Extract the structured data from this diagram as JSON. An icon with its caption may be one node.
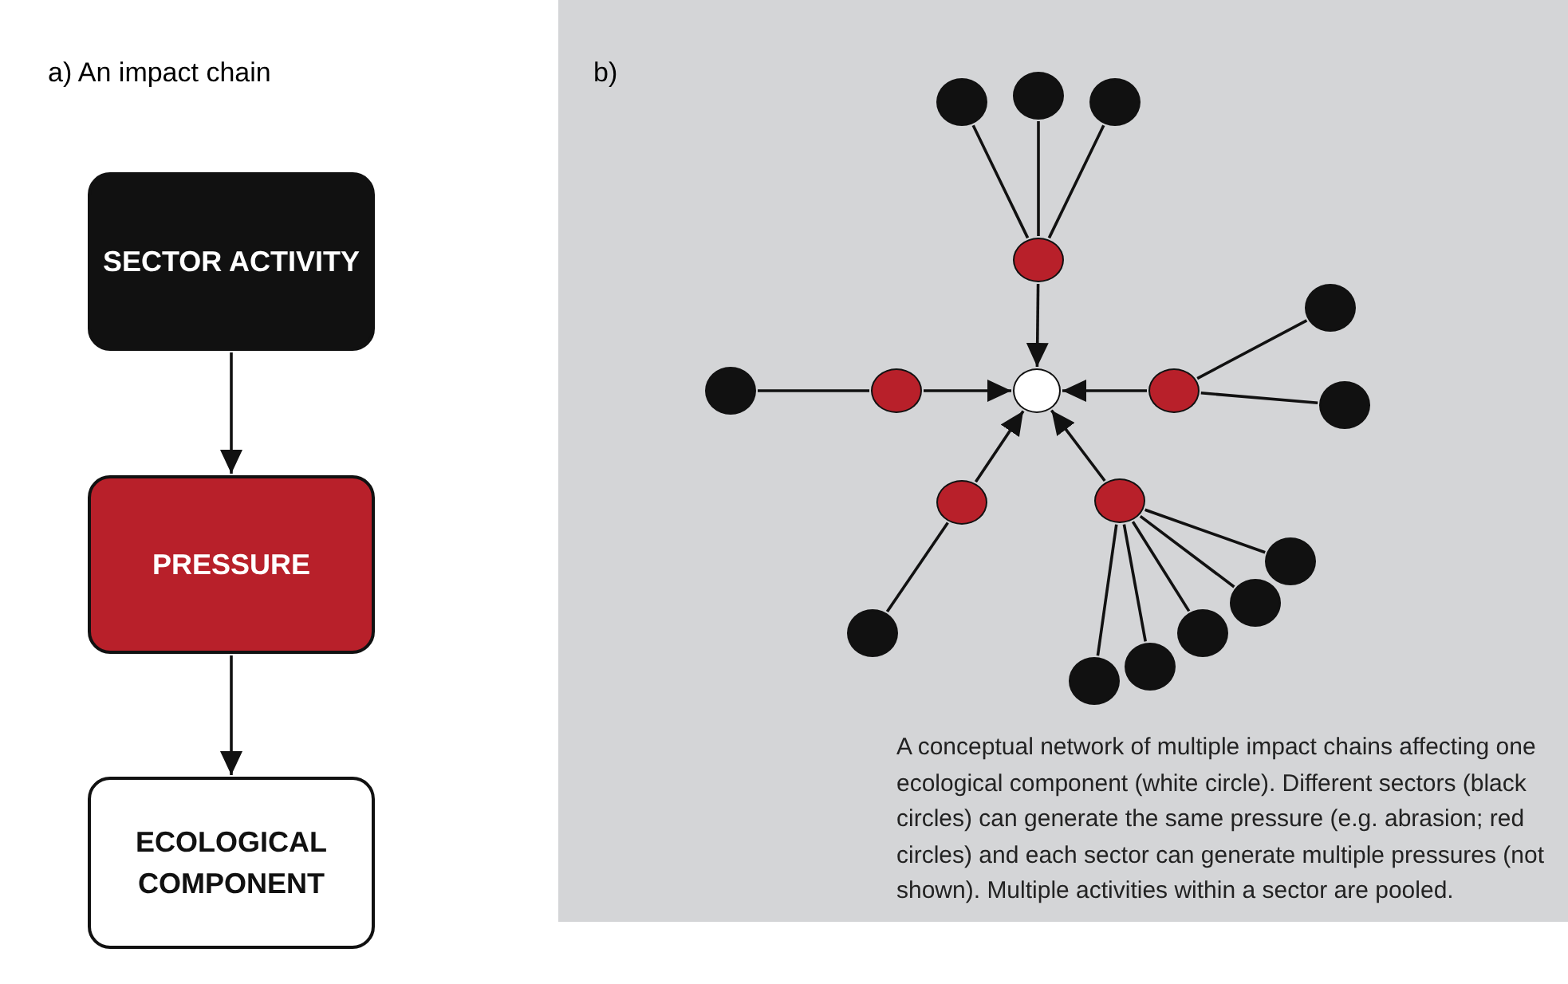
{
  "diagram": {
    "nodes": [
      {
        "text": [
          "SECTOR ACTIVITY"
        ]
      },
      {
        "text": [
          "PRESSURE"
        ]
      },
      {
        "text": [
          "ECOLOGICAL COMPONENT"
        ]
      },
      {
        "text": [
          "b)",
          "A conceptual network of multiple impact chains affecting one ecological component (white circle). Different sectors (black circles) can generate the same pressure (e.g. abrasion; red circles) and each sector can generate multiple pressures (not shown). Multiple activities within a sector are pooled."
        ]
      },
      {
        "text": [],
        "shape": "circle",
        "in": 3
      },
      {
        "text": [],
        "shape": "circle",
        "in": 3
      },
      {
        "text": [],
        "shape": "circle",
        "in": 3
      },
      {
        "text": [],
        "shape": "circle",
        "in": 3
      },
      {
        "text": [],
        "shape": "circle",
        "in": 3
      },
      {
        "text": [],
        "shape": "circle",
        "in": 3
      },
      {
        "text": [],
        "shape": "circle",
        "in": 3
      },
      {
        "text": [],
        "shape": "circle",
        "in": 3
      },
      {
        "text": [],
        "shape": "circle",
        "in": 3
      },
      {
        "text": [],
        "shape": "circle",
        "in": 3
      },
      {
        "text": [],
        "shape": "circle",
        "in": 3
      },
      {
        "text": [],
        "shape": "circle",
        "in": 3
      },
      {
        "text": [],
        "shape": "circle",
        "in": 3
      },
      {
        "text": [],
        "shape": "circle",
        "in": 3
      },
      {
        "text": [],
        "shape": "circle",
        "in": 3
      },
      {
        "text": [],
        "shape": "circle",
        "in": 3
      },
      {
        "text": [],
        "shape": "circle",
        "in": 3
      },
      {
        "text": [],
        "shape": "circle",
        "in": 3
      }
    ],
    "edges": [
      {
        "from": 0,
        "to": 1,
        "arrow": "to"
      },
      {
        "from": 1,
        "to": 2,
        "arrow": "to"
      },
      {
        "from": 4,
        "to": 7,
        "arrow": "none"
      },
      {
        "from": 5,
        "to": 7,
        "arrow": "none"
      },
      {
        "from": 6,
        "to": 7,
        "arrow": "none"
      },
      {
        "from": 7,
        "to": 11,
        "arrow": "to"
      },
      {
        "from": 9,
        "to": 10,
        "arrow": "none"
      },
      {
        "from": 10,
        "to": 11,
        "arrow": "to"
      },
      {
        "from": 8,
        "to": 12,
        "arrow": "none"
      },
      {
        "from": 13,
        "to": 12,
        "arrow": "none"
      },
      {
        "from": 12,
        "to": 11,
        "arrow": "to"
      },
      {
        "from": 18,
        "to": 14,
        "arrow": "none"
      },
      {
        "from": 14,
        "to": 11,
        "arrow": "to"
      },
      {
        "from": 16,
        "to": 15,
        "arrow": "none"
      },
      {
        "from": 17,
        "to": 15,
        "arrow": "none"
      },
      {
        "from": 19,
        "to": 15,
        "arrow": "none"
      },
      {
        "from": 20,
        "to": 15,
        "arrow": "none"
      },
      {
        "from": 21,
        "to": 15,
        "arrow": "none"
      },
      {
        "from": 15,
        "to": 11,
        "arrow": "to"
      }
    ],
    "labels": [
      "a) An impact chain"
    ]
  }
}
